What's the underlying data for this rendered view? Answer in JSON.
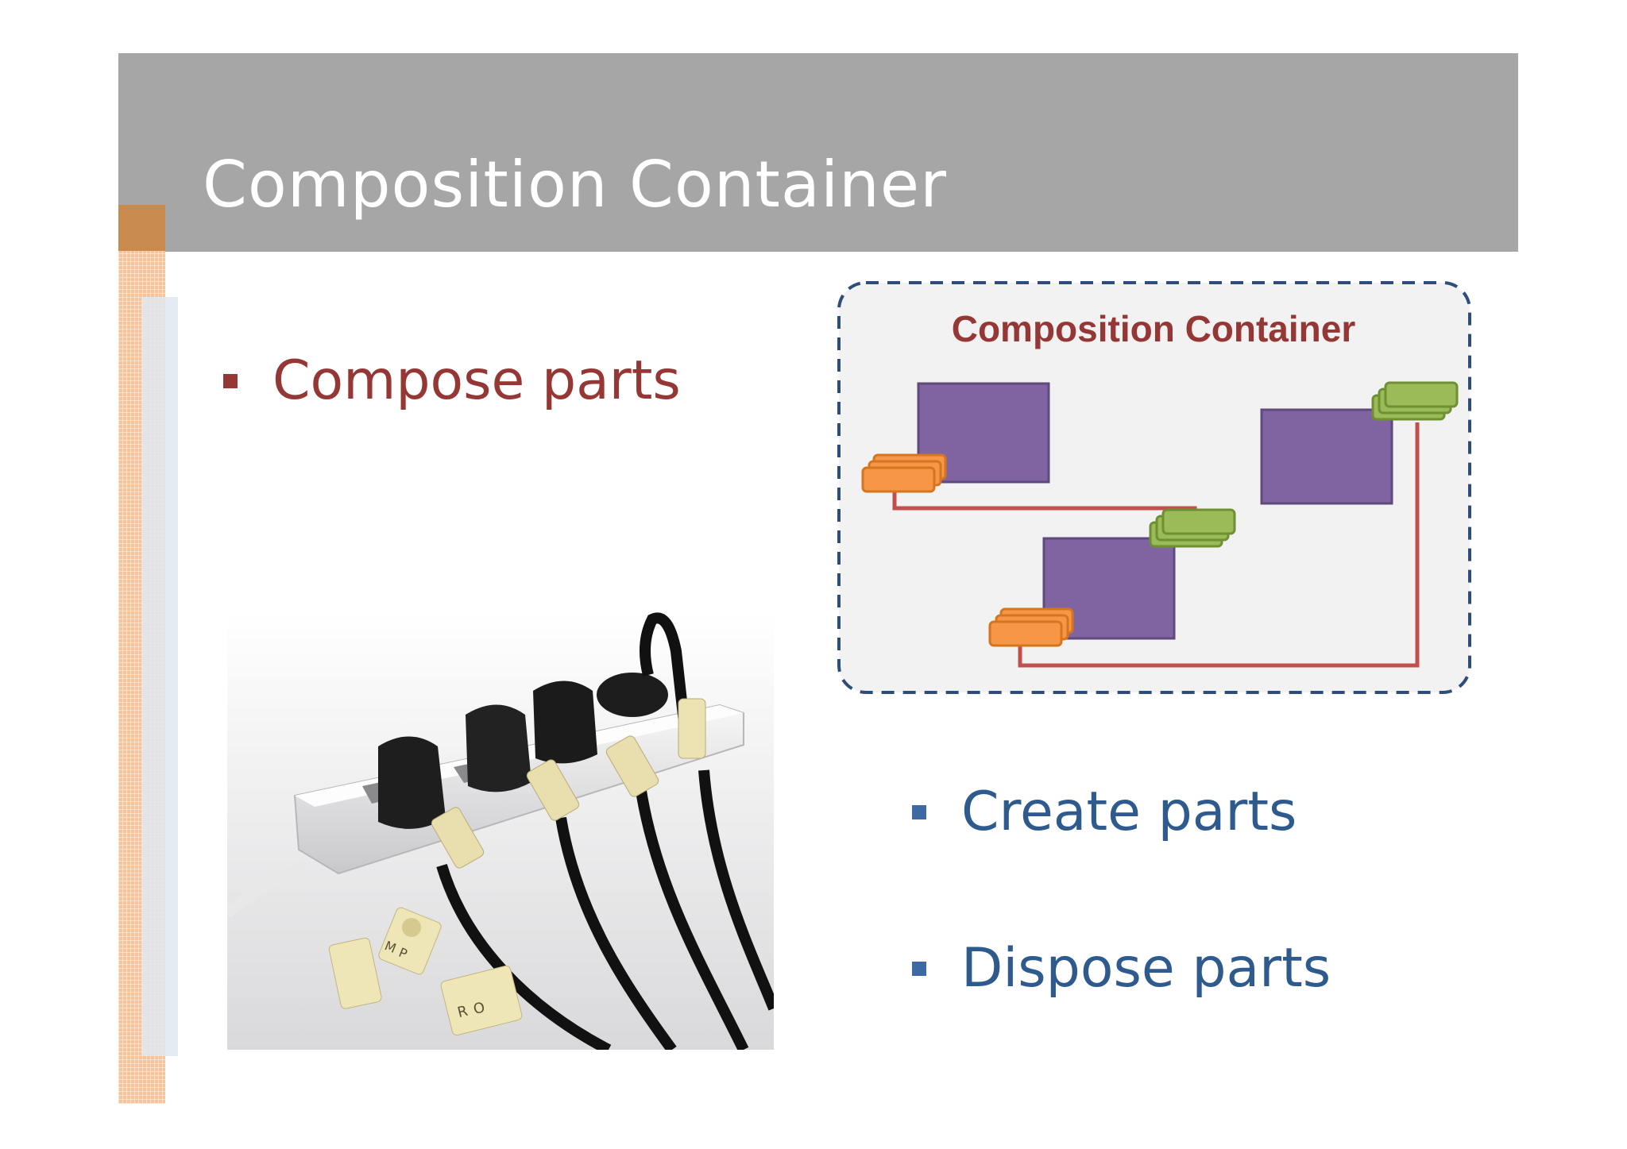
{
  "slide": {
    "title": "Composition Container",
    "bullets": {
      "compose": "Compose parts",
      "create": "Create parts",
      "dispose": "Dispose parts"
    }
  },
  "diagram": {
    "title": "Composition Container",
    "colors": {
      "part": "#8064a2",
      "import": "#f79646",
      "export": "#9bbb59",
      "connector": "#c0504d",
      "border": "#2e4d7a"
    }
  },
  "photo": {
    "tag_letters": [
      "M",
      "P",
      "R",
      "O"
    ]
  },
  "theme": {
    "title_bar": "#a6a6a6",
    "compose_color": "#953735",
    "bullet_color": "#2e5a8e"
  }
}
